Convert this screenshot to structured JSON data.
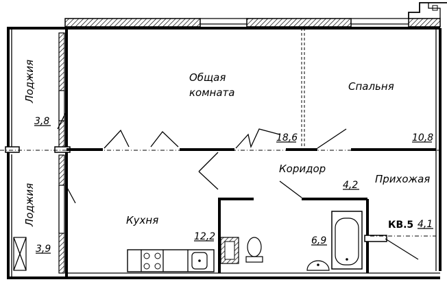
{
  "rooms": {
    "living": {
      "name": "Общая\nкомната",
      "area": "18,6"
    },
    "bedroom": {
      "name": "Спальня",
      "area": "10,8"
    },
    "corridor": {
      "name": "Коридор",
      "area": "4,2"
    },
    "hallway": {
      "name": "Прихожая",
      "area": "4,1"
    },
    "kitchen": {
      "name": "Кухня",
      "area": "12,2"
    },
    "bathroom": {
      "area": "6,9"
    },
    "loggia_top": {
      "name": "Лоджия",
      "area": "3,8"
    },
    "loggia_bottom": {
      "name": "Лоджия",
      "area": "3,9"
    }
  },
  "unit_label": "КВ.5"
}
